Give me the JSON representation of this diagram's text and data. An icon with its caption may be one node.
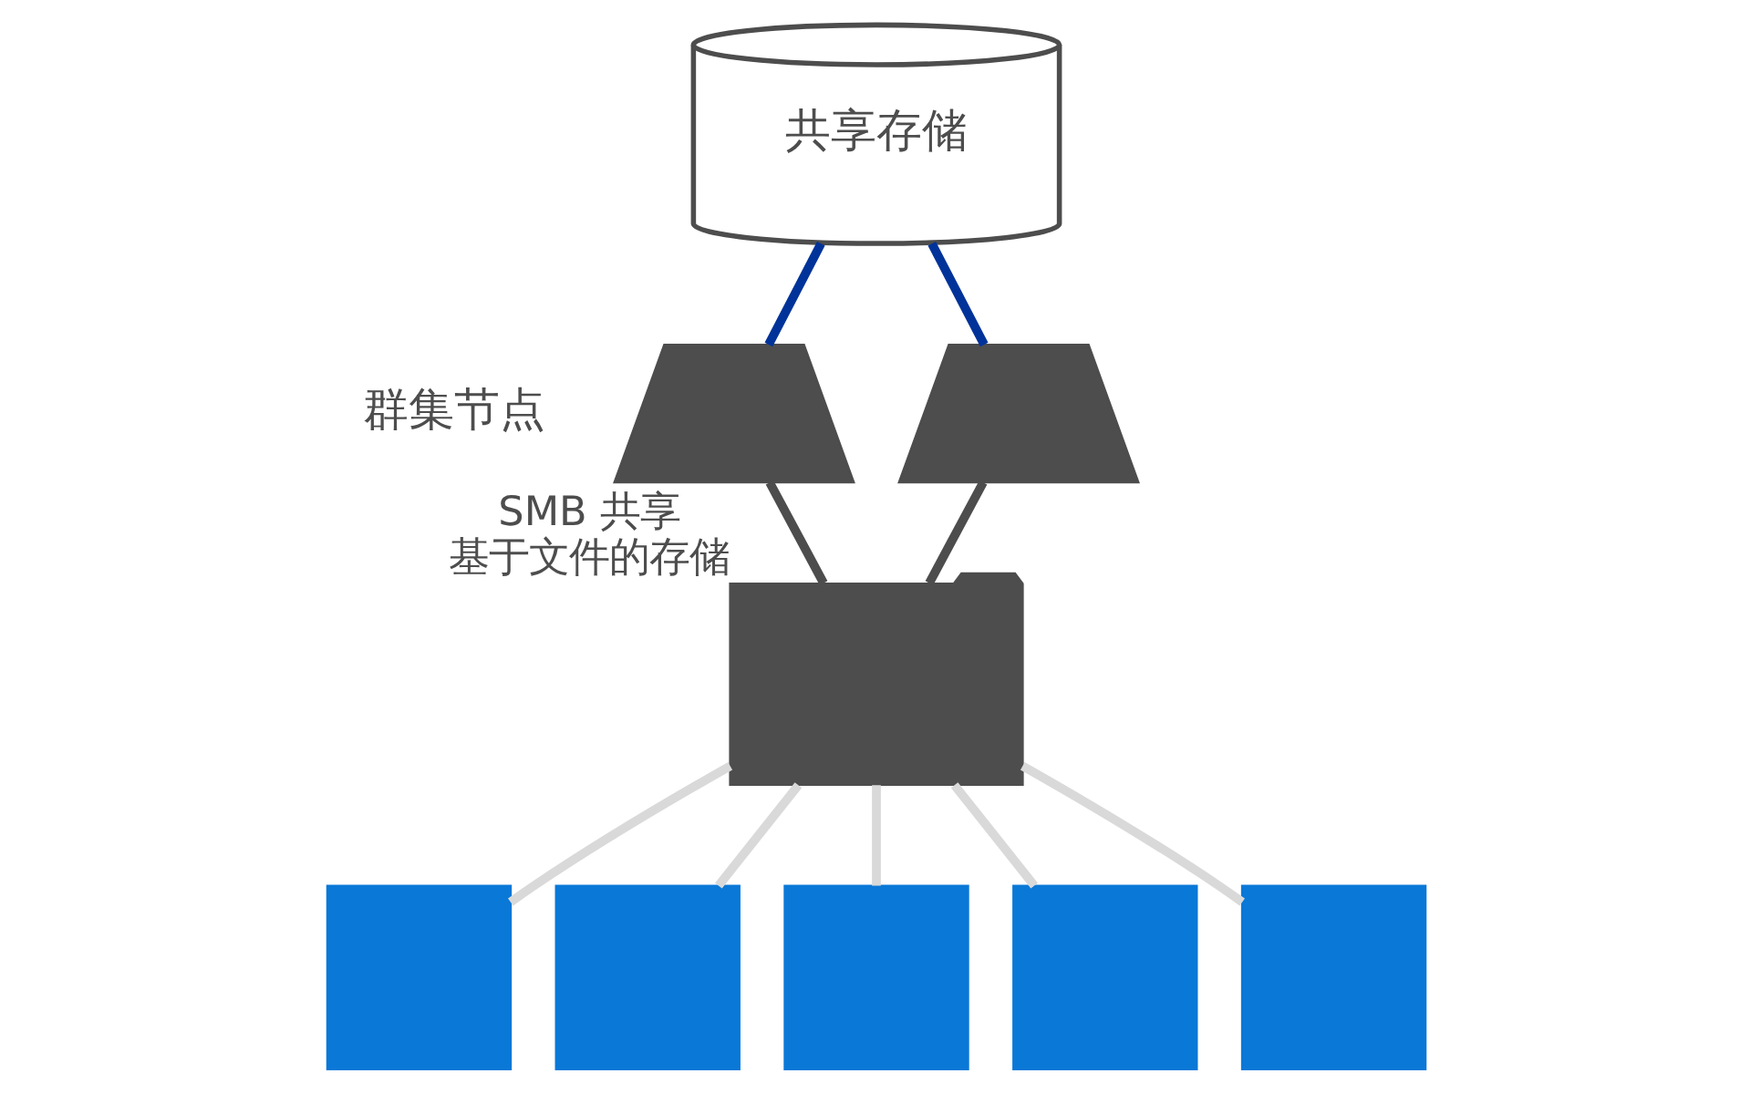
{
  "diagram": {
    "nodes": [
      {
        "text": [
          "共享存储"
        ]
      },
      {
        "text": [],
        "shape": "picture"
      },
      {
        "text": [],
        "shape": "picture"
      },
      {
        "text": [],
        "shape": "folder",
        "beside": [
          "SMB 共享",
          "基于文件的存储"
        ]
      },
      {
        "text": [],
        "shape": "box"
      },
      {
        "text": [],
        "shape": "box"
      },
      {
        "text": [],
        "shape": "box"
      },
      {
        "text": [],
        "shape": "box"
      },
      {
        "text": [],
        "shape": "box"
      }
    ],
    "edges": [
      {
        "from": 0,
        "to": 1,
        "arrow": "none",
        "color": "#003399"
      },
      {
        "from": 0,
        "to": 2,
        "arrow": "none",
        "color": "#003399"
      },
      {
        "from": 1,
        "to": 3,
        "arrow": "none",
        "color": "#4d4d4d"
      },
      {
        "from": 2,
        "to": 3,
        "arrow": "none",
        "color": "#4d4d4d"
      },
      {
        "from": 3,
        "to": 4,
        "arrow": "none",
        "color": "#d9d9d9"
      },
      {
        "from": 3,
        "to": 5,
        "arrow": "none",
        "color": "#d9d9d9"
      },
      {
        "from": 3,
        "to": 6,
        "arrow": "none",
        "color": "#d9d9d9"
      },
      {
        "from": 3,
        "to": 7,
        "arrow": "none",
        "color": "#d9d9d9"
      },
      {
        "from": 3,
        "to": 8,
        "arrow": "none",
        "color": "#d9d9d9"
      }
    ],
    "labels": [
      "群集节点"
    ]
  }
}
